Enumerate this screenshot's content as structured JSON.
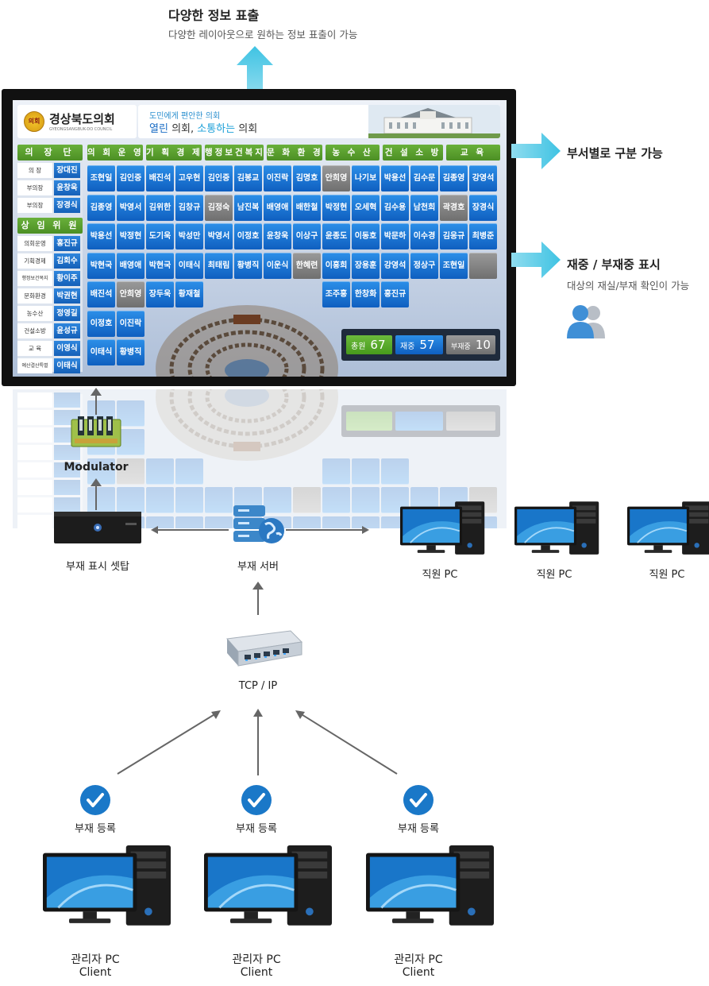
{
  "top": {
    "title": "다양한 정보 표출",
    "subtitle": "다양한 레이아웃으로 원하는 정보 표출이 가능"
  },
  "right_notes": {
    "dept_title": "부서별로 구분 가능",
    "presence_title": "재중 / 부재중 표시",
    "presence_sub": "대상의 재실/부재 확인이 가능"
  },
  "screen": {
    "logo_text": "경상북도의회",
    "logo_sub": "GYEONGSANGBUK-DO COUNCIL",
    "logo_badge": "의회",
    "banner_line1": "도민에게 편안한 의회",
    "banner_w1": "열린",
    "banner_w2": "의회,",
    "banner_w3": "소통하는",
    "banner_w4": "의회",
    "side_head1": "의 장 단",
    "side_top": [
      {
        "role": "의 장",
        "name": "장대진"
      },
      {
        "role": "부의장",
        "name": "윤창욱"
      },
      {
        "role": "부의장",
        "name": "장경식"
      }
    ],
    "side_head2": "상 임 위 원 장",
    "side_committee": [
      {
        "role": "의회운영",
        "name": "홍진규"
      },
      {
        "role": "기획경제",
        "name": "김회수"
      },
      {
        "role": "행정보건복지",
        "name": "황이주"
      },
      {
        "role": "문화환경",
        "name": "박권현"
      },
      {
        "role": "농수산",
        "name": "정영길"
      },
      {
        "role": "건설소방",
        "name": "윤성규"
      },
      {
        "role": "교 육",
        "name": "이영식"
      },
      {
        "role": "예산결산특별",
        "name": "이태식"
      }
    ],
    "departments": [
      "의 회 운 영",
      "기 획 경 제",
      "행정보건복지",
      "문 화 환 경",
      "농 수 산",
      "건 설 소 방",
      "교 육"
    ],
    "grid": [
      [
        "조현일",
        "김인중",
        "배진석",
        "고우현",
        "김인중",
        "김봉교",
        "이진락",
        "김명호",
        "안희영",
        "나기보",
        "박용선",
        "김수문",
        "김종영",
        "강영석"
      ],
      [
        "김종영",
        "박영서",
        "김위한",
        "김창규",
        "김정숙",
        "남진복",
        "배영애",
        "배한철",
        "박정현",
        "오세혁",
        "김수용",
        "남천희",
        "곽경호",
        "장경식"
      ],
      [
        "박용선",
        "박정현",
        "도기욱",
        "박성만",
        "박영서",
        "이정호",
        "윤창욱",
        "이상구",
        "윤종도",
        "이동호",
        "박문하",
        "이수경",
        "김응규",
        "최병준"
      ],
      [
        "박현국",
        "배영애",
        "박현국",
        "이태식",
        "최태림",
        "황병직",
        "이운식",
        "한혜련",
        "이홍희",
        "장용훈",
        "강영석",
        "정상구",
        "조현일",
        ""
      ],
      [
        "배진석",
        "안희영",
        "장두욱",
        "황재철",
        "",
        "",
        "",
        "",
        "조주홍",
        "한창화",
        "홍진규",
        "",
        "",
        ""
      ],
      [
        "이정호",
        "이진락",
        "",
        "",
        "",
        "",
        "",
        "",
        "",
        "",
        "",
        "",
        "",
        ""
      ],
      [
        "이태식",
        "황병직",
        "",
        "",
        "",
        "",
        "",
        "",
        "",
        "",
        "",
        "",
        "",
        ""
      ]
    ],
    "gray_names": [
      "김정숙",
      "한혜련",
      "안희영",
      "곽경호",
      "김종영"
    ],
    "stats": {
      "total_label": "총원",
      "total": "67",
      "present_label": "재중",
      "present": "57",
      "absent_label": "부재중",
      "absent": "10"
    }
  },
  "nodes": {
    "modulator": "Modulator",
    "settop": "부재 표시 셋탑",
    "server": "부재 서버",
    "staff_pc": "직원 PC",
    "tcpip": "TCP / IP",
    "register": "부재 등록",
    "admin_pc": "관리자 PC",
    "client": "Client"
  },
  "colors": {
    "accent_cyan": "#3fc3e3",
    "green_header": "#4c8f24",
    "member_blue": "#1568c8",
    "check_blue": "#1a78c8"
  }
}
